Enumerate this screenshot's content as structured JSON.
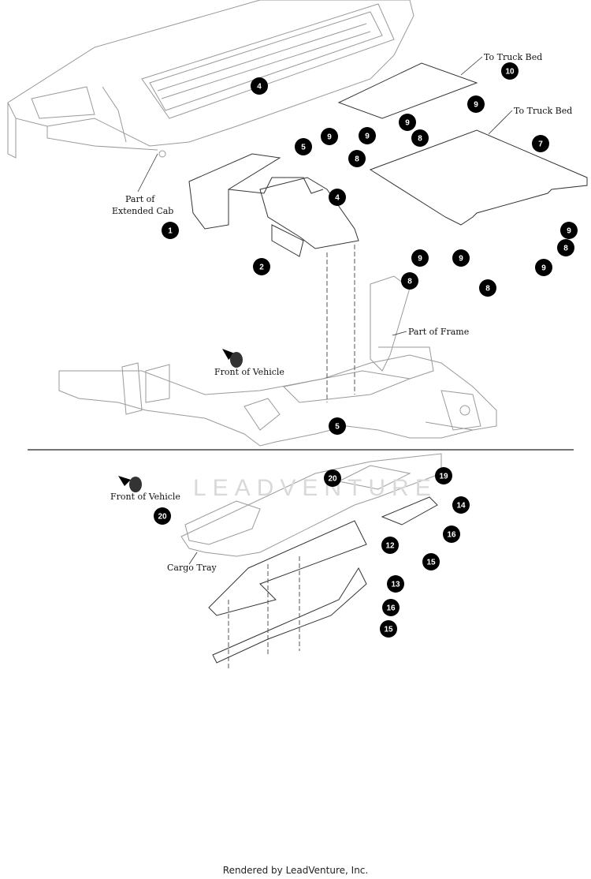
{
  "labels": {
    "to_truck_bed_top": "To Truck Bed",
    "to_truck_bed_mid": "To Truck Bed",
    "part_of_extended_cab_1": "Part of",
    "part_of_extended_cab_2": "Extended Cab",
    "part_of_frame": "Part of Frame",
    "front_of_vehicle_top": "Front of Vehicle",
    "front_of_vehicle_bottom": "Front of Vehicle",
    "cargo_tray": "Cargo Tray"
  },
  "callouts": {
    "c1": "1",
    "c2": "2",
    "c4a": "4",
    "c4b": "4",
    "c5a": "5",
    "c5b": "5",
    "c7": "7",
    "c8a": "8",
    "c8b": "8",
    "c8c": "8",
    "c8d": "8",
    "c8e": "8",
    "c9a": "9",
    "c9b": "9",
    "c9c": "9",
    "c9d": "9",
    "c9e": "9",
    "c9f": "9",
    "c9g": "9",
    "c9h": "9",
    "c10": "10",
    "c12": "12",
    "c13": "13",
    "c14": "14",
    "c15a": "15",
    "c15b": "15",
    "c16a": "16",
    "c16b": "16",
    "c19": "19",
    "c20a": "20",
    "c20b": "20"
  },
  "watermark": "LEADVENTURE",
  "footer": "Rendered by LeadVenture, Inc."
}
